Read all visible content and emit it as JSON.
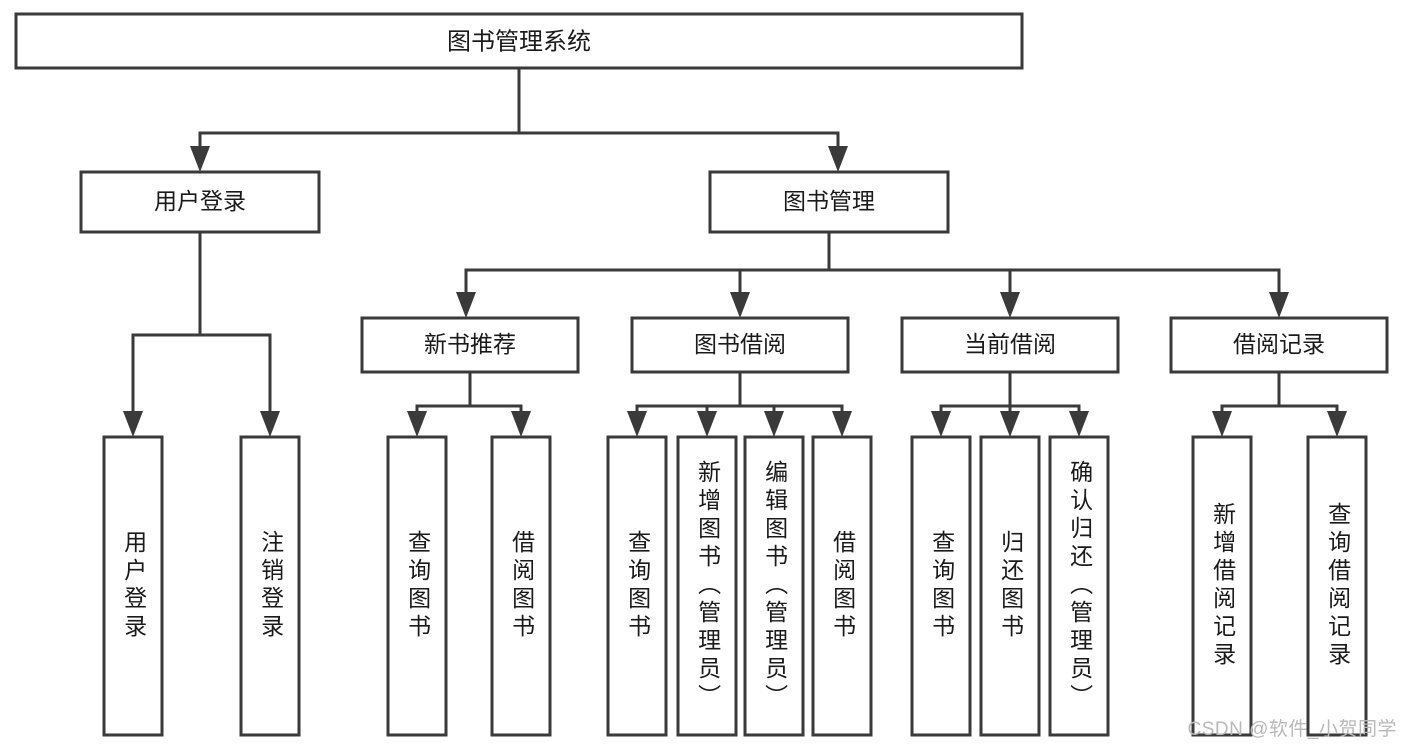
{
  "diagram": {
    "type": "tree",
    "title": "图书管理系统",
    "orientation": "top-down",
    "root": {
      "id": "root",
      "label": "图书管理系统"
    },
    "level1": [
      {
        "id": "user-login",
        "label": "用户登录"
      },
      {
        "id": "book-manage",
        "label": "图书管理"
      }
    ],
    "level2": [
      {
        "id": "new-book-rec",
        "label": "新书推荐",
        "parent": "book-manage"
      },
      {
        "id": "book-borrow",
        "label": "图书借阅",
        "parent": "book-manage"
      },
      {
        "id": "current-borrow",
        "label": "当前借阅",
        "parent": "book-manage"
      },
      {
        "id": "borrow-record",
        "label": "借阅记录",
        "parent": "book-manage"
      }
    ],
    "leaves": [
      {
        "id": "leaf-user-login",
        "label": "用户登录",
        "parent": "user-login"
      },
      {
        "id": "leaf-logout",
        "label": "注销登录",
        "parent": "user-login"
      },
      {
        "id": "leaf-query-book-1",
        "label": "查询图书",
        "parent": "new-book-rec"
      },
      {
        "id": "leaf-borrow-book-1",
        "label": "借阅图书",
        "parent": "new-book-rec"
      },
      {
        "id": "leaf-query-book-2",
        "label": "查询图书",
        "parent": "book-borrow"
      },
      {
        "id": "leaf-add-book",
        "label": "新增图书（管理员）",
        "parent": "book-borrow"
      },
      {
        "id": "leaf-edit-book",
        "label": "编辑图书（管理员）",
        "parent": "book-borrow"
      },
      {
        "id": "leaf-borrow-book-2",
        "label": "借阅图书",
        "parent": "book-borrow"
      },
      {
        "id": "leaf-query-book-3",
        "label": "查询图书",
        "parent": "current-borrow"
      },
      {
        "id": "leaf-return-book",
        "label": "归还图书",
        "parent": "current-borrow"
      },
      {
        "id": "leaf-confirm-return",
        "label": "确认归还（管理员）",
        "parent": "current-borrow"
      },
      {
        "id": "leaf-add-record",
        "label": "新增借阅记录",
        "parent": "borrow-record"
      },
      {
        "id": "leaf-query-record",
        "label": "查询借阅记录",
        "parent": "borrow-record"
      }
    ],
    "colors": {
      "stroke": "#3a3a3a",
      "fill": "#ffffff",
      "text": "#1a1a1a",
      "watermark": "#b9b9b9"
    }
  },
  "watermark": {
    "text": "CSDN @软件_小贺同学"
  }
}
